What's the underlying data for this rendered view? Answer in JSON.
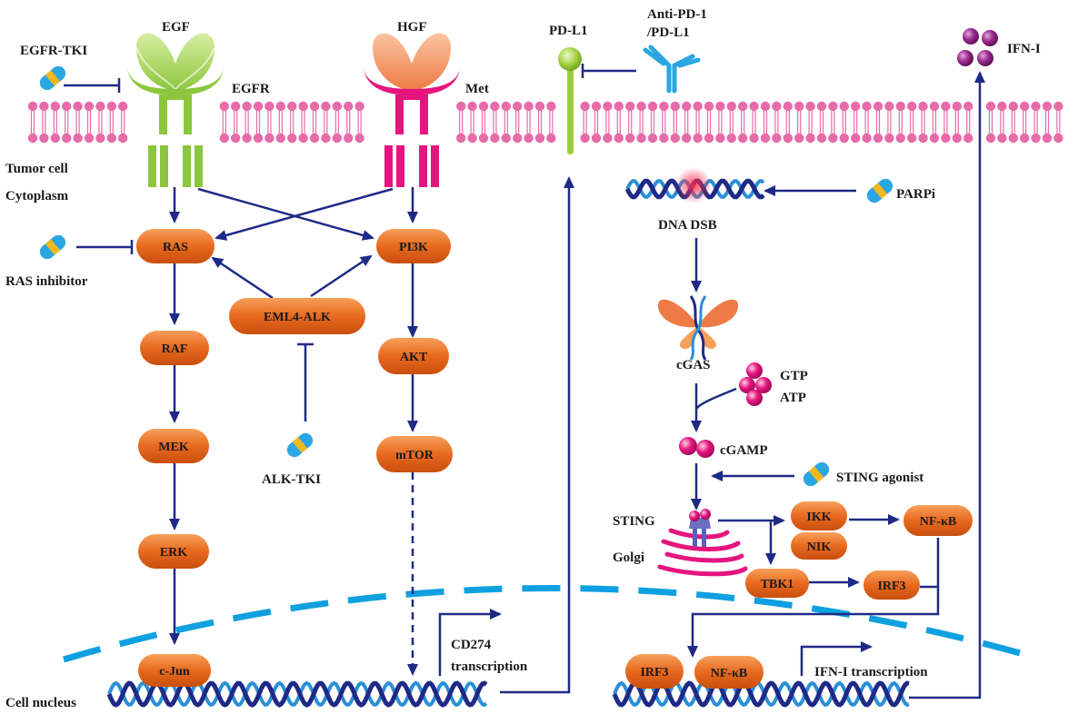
{
  "labels": {
    "egf": "EGF",
    "egfr": "EGFR",
    "egfr_tki": "EGFR-TKI",
    "hgf": "HGF",
    "met": "Met",
    "pdl1": "PD-L1",
    "anti_pd1_line1": "Anti-PD-1",
    "anti_pd1_line2": "/PD-L1",
    "ifn1": "IFN-I",
    "tumor_cell": "Tumor cell",
    "cytoplasm": "Cytoplasm",
    "ras_inhibitor": "RAS inhibitor",
    "alk_tki": "ALK-TKI",
    "dna_dsb": "DNA DSB",
    "parpi": "PARPi",
    "cgas": "cGAS",
    "gtp": "GTP",
    "atp": "ATP",
    "cgamp": "cGAMP",
    "sting_agonist": "STING agonist",
    "sting": "STING",
    "golgi": "Golgi",
    "cd274_line1": "CD274",
    "cd274_line2": "transcription",
    "ifn_transcription": "IFN-I transcription",
    "cell_nucleus": "Cell nucleus"
  },
  "nodes": {
    "ras": "RAS",
    "raf": "RAF",
    "mek": "MEK",
    "erk": "ERK",
    "cjun": "c-Jun",
    "pi3k": "PI3K",
    "akt": "AKT",
    "mtor": "mTOR",
    "eml4alk": "EML4-ALK",
    "ikk": "IKK",
    "nik": "NIK",
    "nfkb_top": "NF-κB",
    "tbk1": "TBK1",
    "irf3_top": "IRF3",
    "irf3_bottom": "IRF3",
    "nfkb_bottom": "NF-κB"
  },
  "colors": {
    "arrow": "#1f2a86",
    "node_fill": "#e8691f",
    "membrane": "#e76ba8",
    "egfr": "#8cc63f",
    "met": "#e5157f",
    "nucleus_dash": "#0ea0e0",
    "dna_dark": "#1f2a86",
    "dna_light": "#2a8fd6"
  }
}
